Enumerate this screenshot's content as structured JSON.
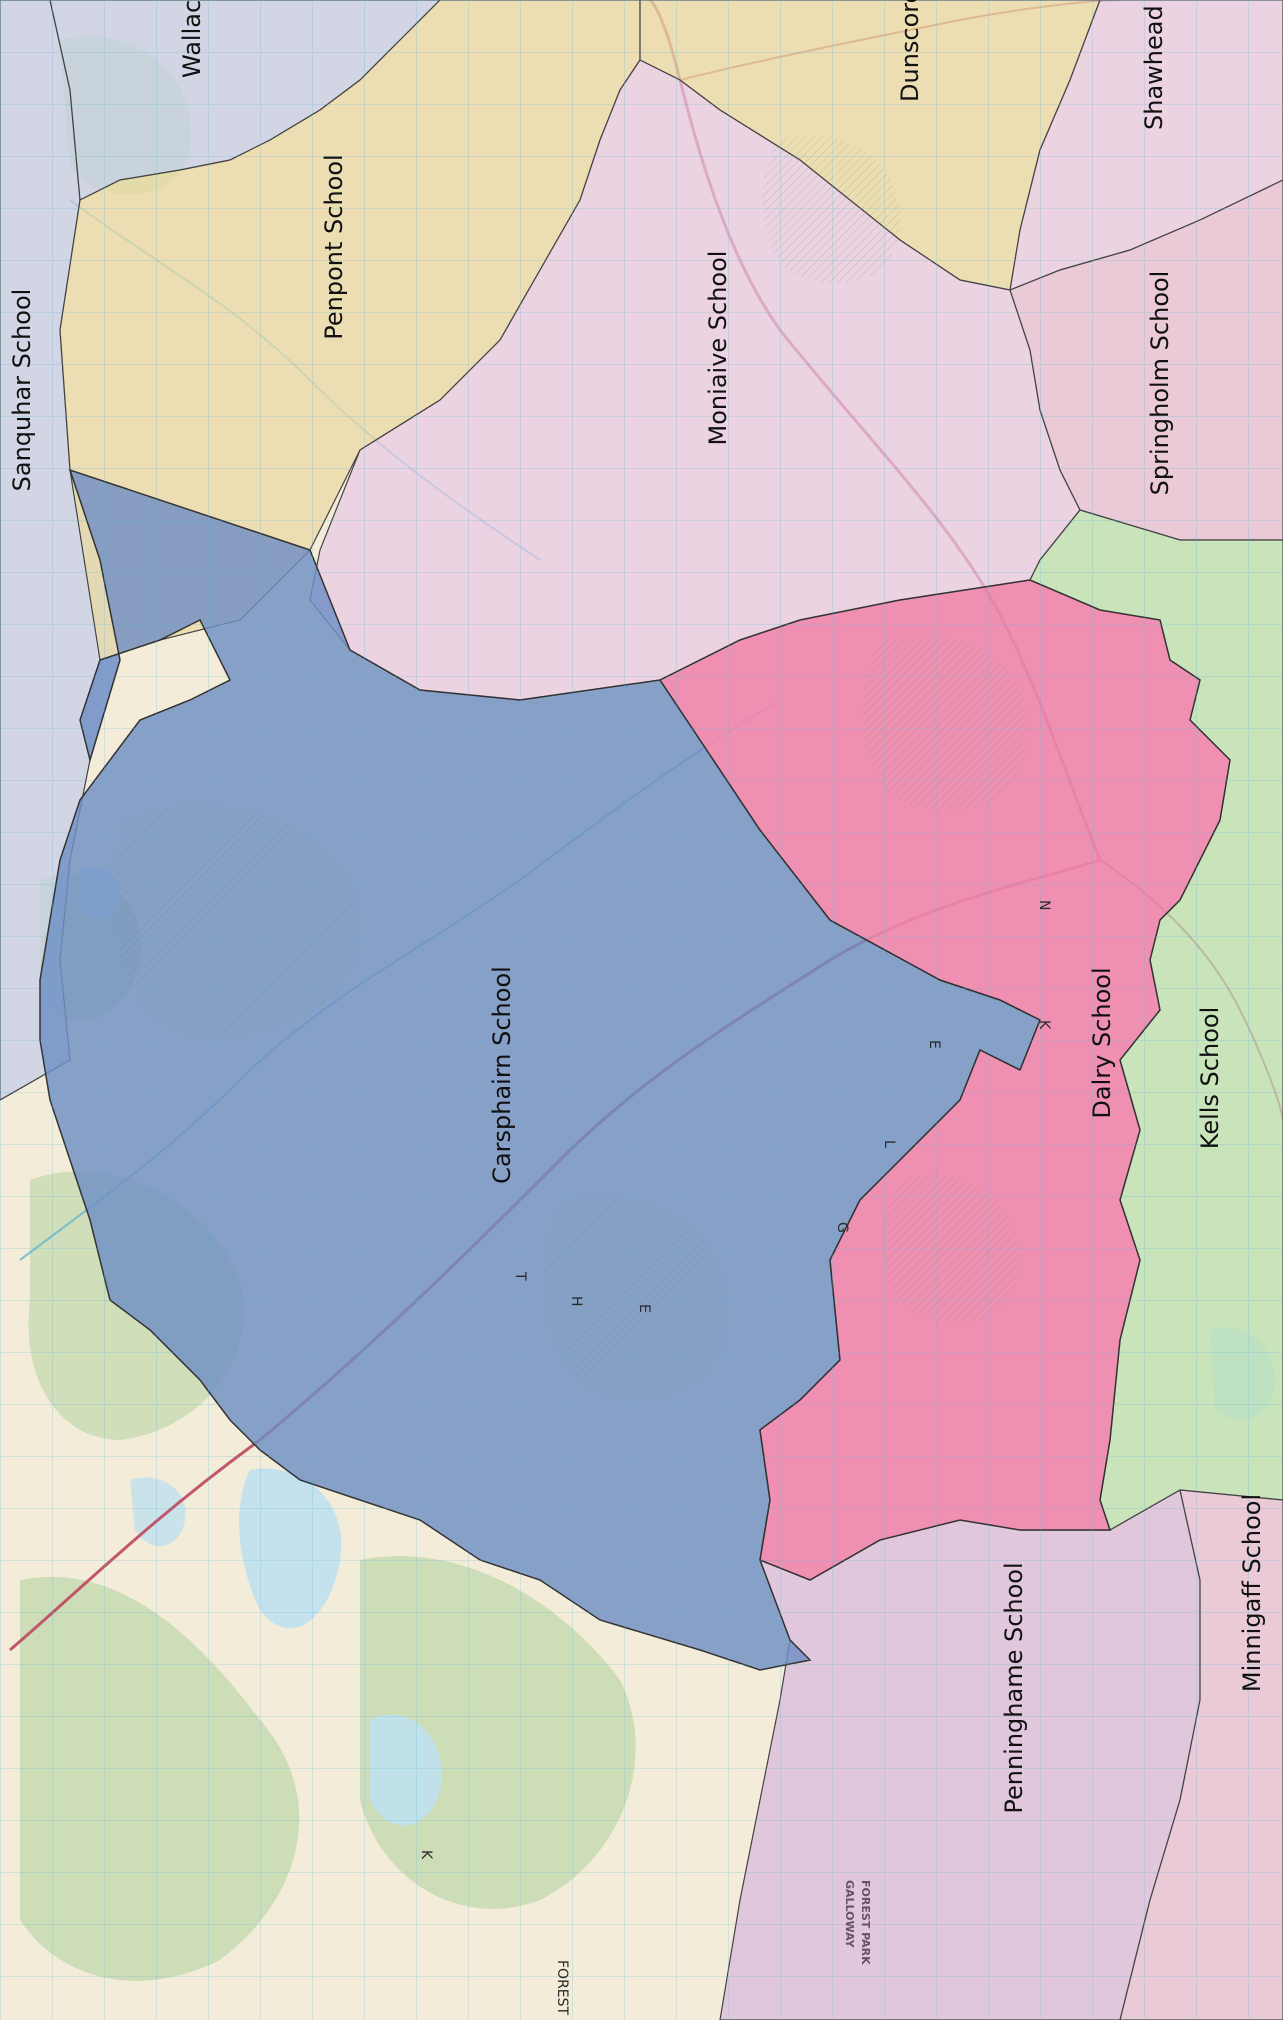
{
  "map": {
    "colors": {
      "base_land": "#f3ecd8",
      "forest": "#c9dcb4",
      "water": "#bfe1ef",
      "grid": "#5fb4d6",
      "road": "#c0576a",
      "carsphairn_zone": "#6f8fc4",
      "dalry_zone": "#ee86ae",
      "penpont_zone": "#e9d9a6",
      "moniaive_zone": "#e7c9e6",
      "penninghame_zone": "#d8b8dc",
      "springholm_zone": "#e4bdd6",
      "kells_zone": "#b9e0b0",
      "sanquhar_zone": "#c3cde9"
    },
    "zones": {
      "carsphairn": "Carsphairn School",
      "dalry": "Dalry School",
      "penpont": "Penpont School",
      "moniaive": "Moniaive School",
      "sanquhar": "Sanquhar School",
      "wallace": "Wallac",
      "dunscore": "Dunscore",
      "shawhead": "Shawhead S",
      "springholm": "Springholm School",
      "kells": "Kells School",
      "penninghame": "Penninghame School",
      "minnigaff": "Minnigaff School"
    },
    "places": {
      "galloway_forest_park_1": "GALLOWAY",
      "galloway_forest_park_2": "FOREST PARK",
      "glenkens_letters": [
        "G",
        "L",
        "E",
        "N",
        "K"
      ],
      "the_letters": [
        "T",
        "H",
        "E"
      ],
      "forest_word": "FOREST",
      "forest_k": "K"
    }
  }
}
